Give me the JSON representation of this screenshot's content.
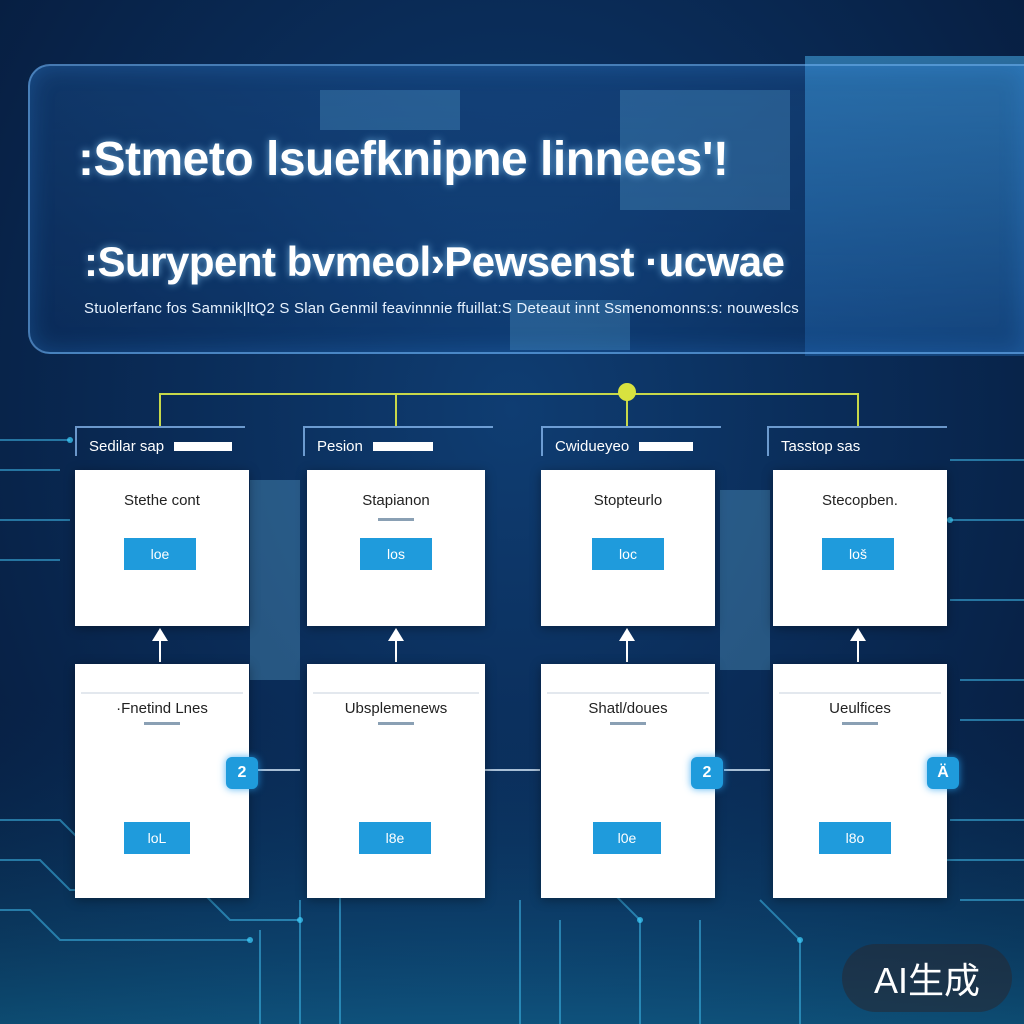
{
  "hero": {
    "title": ":Stmeto lsuefknipne linnees'!",
    "subtitle": ":Surypent bvmeol›Pewsenst ·ucwae",
    "caption": "Stuolerfanc fos Samnik|ltQ2 S Slan Genmil feavinnnie ffuillat:S Deteaut innt Ssmenomonns:s: nouweslcs"
  },
  "columns": [
    {
      "header": "Sedilar sap",
      "top_card": {
        "title": "Stethe cont",
        "button": "loe"
      },
      "bottom_card": {
        "title": "·Fnetind Lnes",
        "button": "loL"
      }
    },
    {
      "header": "Pesion",
      "top_card": {
        "title": "Stapianon",
        "button": "los"
      },
      "bottom_card": {
        "title": "Ubsplemenews",
        "button": "l8e"
      }
    },
    {
      "header": "Cwidueyeo",
      "top_card": {
        "title": "Stopteurlo",
        "button": "loc"
      },
      "bottom_card": {
        "title": "Shatl/doues",
        "button": "l0e"
      }
    },
    {
      "header": "Tasstop sas",
      "top_card": {
        "title": "Stecopben.",
        "button": "loš"
      },
      "bottom_card": {
        "title": "Ueulfices",
        "button": "l8o"
      }
    }
  ],
  "badges": [
    "2",
    "2",
    "Ä"
  ],
  "watermark": "AI生成",
  "colors": {
    "accent": "#1f9bdc",
    "connector": "#c7d84a",
    "background": "#0a2c58"
  }
}
